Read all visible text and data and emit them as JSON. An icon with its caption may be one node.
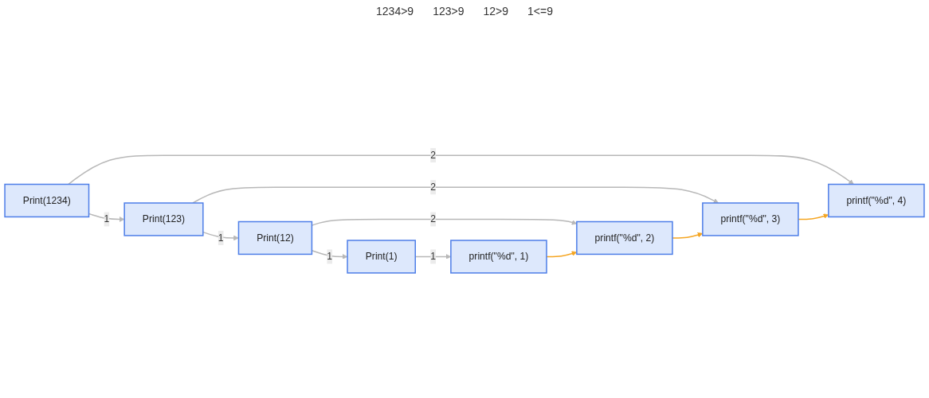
{
  "diagram": {
    "nodes": [
      {
        "text": [
          "Print(1234)"
        ]
      },
      {
        "text": [
          "Print(123)"
        ]
      },
      {
        "text": [
          "printf(\"%d\", 4)"
        ]
      },
      {
        "text": [
          "Print(12)"
        ]
      },
      {
        "text": [
          "printf(\"%d\", 3)"
        ]
      },
      {
        "text": [
          "Print(1)"
        ]
      },
      {
        "text": [
          "printf(\"%d\", 2)"
        ]
      },
      {
        "text": [
          "printf(\"%d\", 1)"
        ]
      }
    ],
    "edges": [
      {
        "from": 0,
        "to": 1,
        "arrow": "to",
        "label": "1"
      },
      {
        "from": 0,
        "to": 2,
        "arrow": "to",
        "label": "2"
      },
      {
        "from": 1,
        "to": 3,
        "arrow": "to",
        "label": "1"
      },
      {
        "from": 1,
        "to": 4,
        "arrow": "to",
        "label": "2"
      },
      {
        "from": 3,
        "to": 5,
        "arrow": "to",
        "label": "1"
      },
      {
        "from": 3,
        "to": 6,
        "arrow": "to",
        "label": "2"
      },
      {
        "from": 5,
        "to": 7,
        "arrow": "to",
        "label": "1"
      },
      {
        "from": 7,
        "to": 6,
        "arrow": "to",
        "color": "#f5a623"
      },
      {
        "from": 6,
        "to": 4,
        "arrow": "to",
        "color": "#f5a623"
      },
      {
        "from": 4,
        "to": 2,
        "arrow": "to",
        "color": "#f5a623"
      }
    ],
    "labels": [
      "1234>9",
      "123>9",
      "12>9",
      "1<=9"
    ]
  }
}
